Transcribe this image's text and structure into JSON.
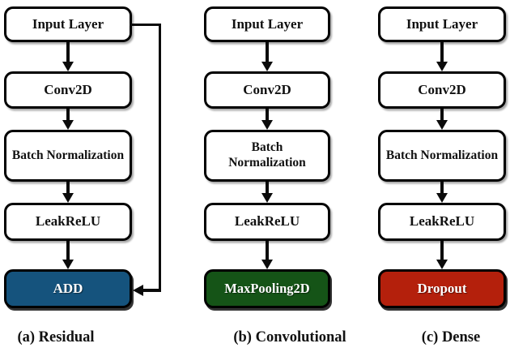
{
  "diagram": {
    "columns": [
      {
        "caption": "(a) Residual",
        "boxes": [
          {
            "label": "Input Layer"
          },
          {
            "label": "Conv2D"
          },
          {
            "label": "Batch Normalization"
          },
          {
            "label": "LeakReLU"
          },
          {
            "label": "ADD",
            "color": "#15537D"
          }
        ],
        "skip_connection": {
          "from": "Input Layer",
          "to": "ADD"
        }
      },
      {
        "caption": "(b) Convolutional",
        "boxes": [
          {
            "label": "Input Layer"
          },
          {
            "label": "Conv2D"
          },
          {
            "label": "Batch Normalization"
          },
          {
            "label": "LeakReLU"
          },
          {
            "label": "MaxPooling2D",
            "color": "#155417"
          }
        ]
      },
      {
        "caption": "(c) Dense",
        "boxes": [
          {
            "label": "Input Layer"
          },
          {
            "label": "Conv2D"
          },
          {
            "label": "Batch Normalization"
          },
          {
            "label": "LeakReLU"
          },
          {
            "label": "Dropout",
            "color": "#B4200C"
          }
        ]
      }
    ],
    "colors": {
      "box_border": "#000000",
      "box_fill": "#FFFFFF",
      "arrow": "#0B0B0B",
      "add_fill": "#15537D",
      "maxpooling_fill": "#155417",
      "dropout_fill": "#B4200C"
    }
  }
}
